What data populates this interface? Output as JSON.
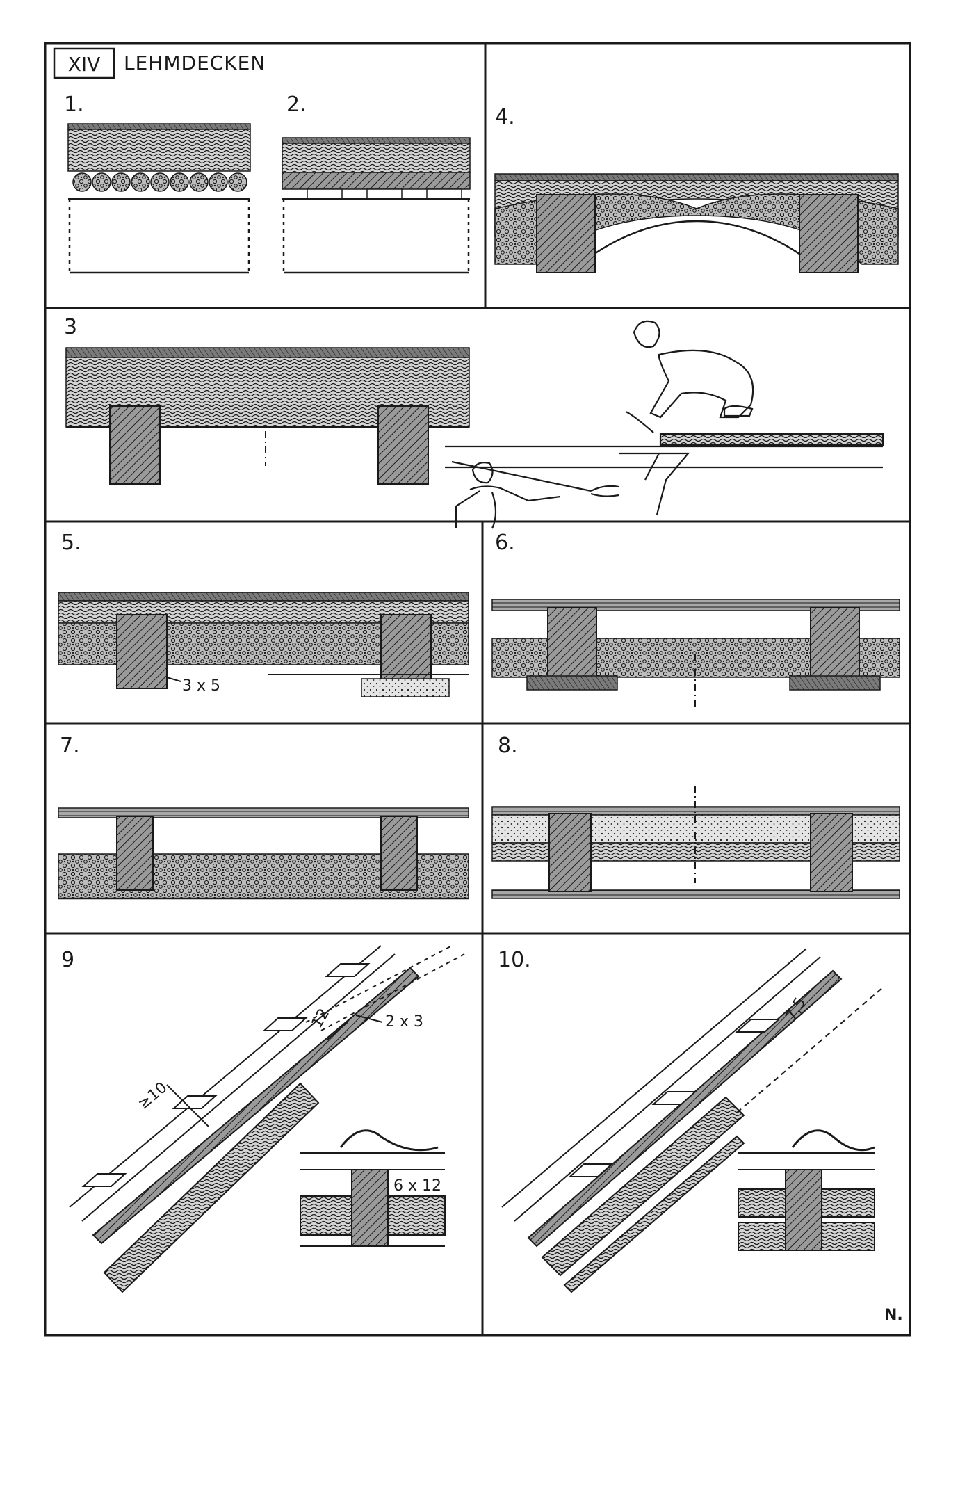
{
  "plate": {
    "number": "XIV",
    "title": "LEHMDECKEN",
    "signature": "N."
  },
  "panels": [
    {
      "id": "p1",
      "label": "1."
    },
    {
      "id": "p2",
      "label": "2."
    },
    {
      "id": "p4",
      "label": "4."
    },
    {
      "id": "p3",
      "label": "3"
    },
    {
      "id": "p5",
      "label": "5.",
      "dimension": "3 x 5"
    },
    {
      "id": "p6",
      "label": "6."
    },
    {
      "id": "p7",
      "label": "7."
    },
    {
      "id": "p8",
      "label": "8."
    },
    {
      "id": "p9",
      "label": "9",
      "dimensions": [
        "12",
        "2 x 3",
        "≥10",
        "6 x 12"
      ]
    },
    {
      "id": "p10",
      "label": "10.",
      "dimensions": [
        "7,5"
      ]
    }
  ],
  "colors": {
    "ink": "#1a1a1a",
    "paper": "#ffffff",
    "fill_dark": "#3a3a3a",
    "fill_mid": "#8a8a8a",
    "fill_light": "#cfcfcf"
  }
}
